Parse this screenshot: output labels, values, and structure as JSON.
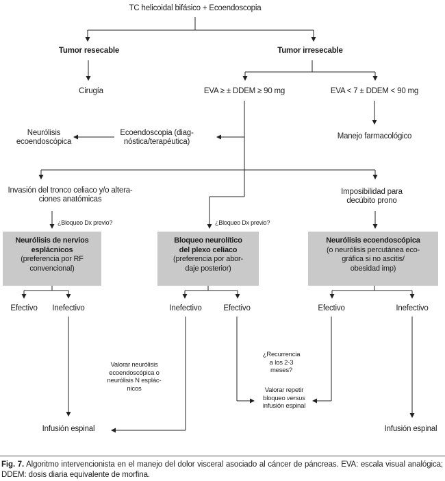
{
  "colors": {
    "box_fill": "#c9c9c9",
    "line": "#222222"
  },
  "flowchart": {
    "root": "TC helicoidal bifásico + Ecoendoscopia",
    "tumor_resecable": "Tumor resecable",
    "cirugia": "Cirugía",
    "tumor_irresecable": "Tumor irresecable",
    "eva_high": "EVA ≥ ± DDEM ≥ 90 mg",
    "eva_low": "EVA < 7 ± DDEM < 90 mg",
    "manejo_farmacologico": "Manejo farmacológico",
    "neurolisis_eco": {
      "line1": "Neurólisis",
      "line2": "ecoendoscópica"
    },
    "ecoendoscopia": {
      "line1": "Ecoendoscopia (diag-",
      "line2": "nóstica/terapéutica)"
    },
    "invasion": {
      "line1": "Invasión del tronco celiaco y/o altera-",
      "line2": "ciones anatómicas"
    },
    "imposibilidad": {
      "line1": "Imposibilidad para",
      "line2": "decúbito prono"
    },
    "bloqueo_dx_left": "¿Bloqueo Dx previo?",
    "bloqueo_dx_center": "¿Bloqueo Dx previo?",
    "box_esplacnicos": {
      "bold1": "Neurólisis de nervios",
      "bold2": "esplácnicos",
      "line3": "(preferencia por RF",
      "line4": "convencional)"
    },
    "box_plexo": {
      "bold1": "Bloqueo neurolítico",
      "bold2": "del plexo celiaco",
      "line3": "(preferencia por abor-",
      "line4": "daje posterior)"
    },
    "box_eco": {
      "bold1": "Neurólisis ecoendoscópica",
      "line2": "(o neurólisis percutánea eco-",
      "line3": "gráfica si no ascitis/",
      "line4": "obesidad imp)"
    },
    "outcomes": {
      "left_efectivo": "Efectivo",
      "left_inefectivo": "Inefectivo",
      "mid_inefectivo": "Inefectivo",
      "mid_efectivo": "Efectivo",
      "right_efectivo": "Efectivo",
      "right_inefectivo": "Inefectivo"
    },
    "valorar_neurolisis": {
      "line1": "Valorar neurólisis",
      "line2": "ecoendoscópica o",
      "line3": "neurólisis N esplác-",
      "line4": "nicos"
    },
    "recurrencia": {
      "line1": "¿Recurrencia",
      "line2": "a los 2-3",
      "line3": "meses?"
    },
    "valorar_repetir": {
      "line1": "Valorar repetir",
      "line2a": "bloqueo",
      "line2b": "versus",
      "line3": "infusión espinal"
    },
    "infusion_left": "Infusión espinal",
    "infusion_right": "Infusión espinal"
  },
  "caption": {
    "fig_label": "Fig. 7.",
    "text": "Algoritmo intervencionista en el manejo del dolor visceral asociado al cáncer de páncreas. EVA: escala visual analógica; DDEM: dosis diaria equivalente de morfina."
  }
}
